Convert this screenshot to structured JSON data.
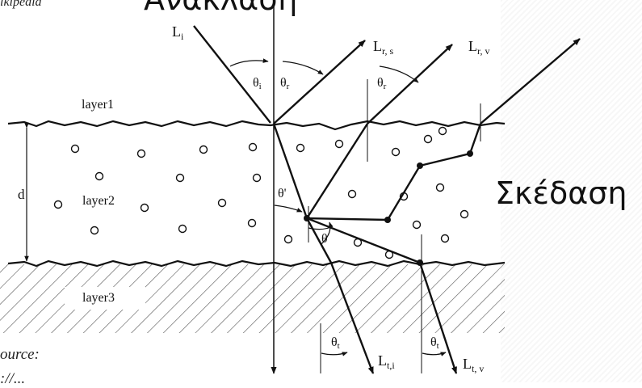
{
  "header": {
    "wikipedia": "ikipedia",
    "reflection": "Ανάκλαση"
  },
  "scattering": "Σκέδαση",
  "layers": [
    "layer1",
    "layer2",
    "layer3"
  ],
  "labels": {
    "incident": "L",
    "incident_sub": "i",
    "reflected_specular": "L",
    "reflected_specular_sub": "r, s",
    "reflected_volume": "L",
    "reflected_volume_sub": "r, v",
    "theta_i": "θ",
    "theta_i_sub": "i",
    "theta_r": "θ",
    "theta_r_sub": "r",
    "theta_prime": "θ'",
    "theta": "θ",
    "theta_t": "θ",
    "theta_t_sub": "t",
    "transmitted_i": "L",
    "transmitted_i_sub": "t,i",
    "transmitted_v": "L",
    "transmitted_v_sub": "t, v",
    "thickness": "d"
  },
  "footer": {
    "source": "ource:",
    "url": "://..."
  }
}
